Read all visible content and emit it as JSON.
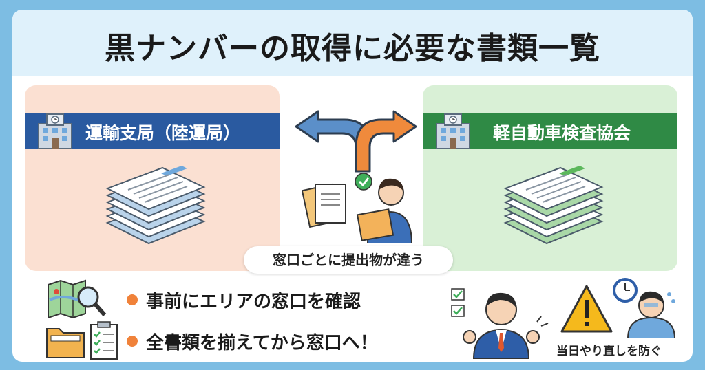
{
  "title": "黒ナンバーの取得に必要な書類一覧",
  "left_panel": {
    "label": "運輸支局（陸運局）",
    "icon": "building-icon"
  },
  "right_panel": {
    "label": "軽自動車検査協会",
    "icon": "building-icon"
  },
  "center": {
    "note": "窓口ごとに提出物が違う"
  },
  "tips": [
    {
      "text": "事前にエリアの窓口を確認"
    },
    {
      "text": "全書類を揃えてから窓口へ！"
    }
  ],
  "caption": "当日やり直しを防ぐ",
  "colors": {
    "accent_orange": "#f0823a",
    "left_band": "#2a5aa0",
    "right_band": "#2f8a45",
    "header_bg": "#dff1fb"
  }
}
